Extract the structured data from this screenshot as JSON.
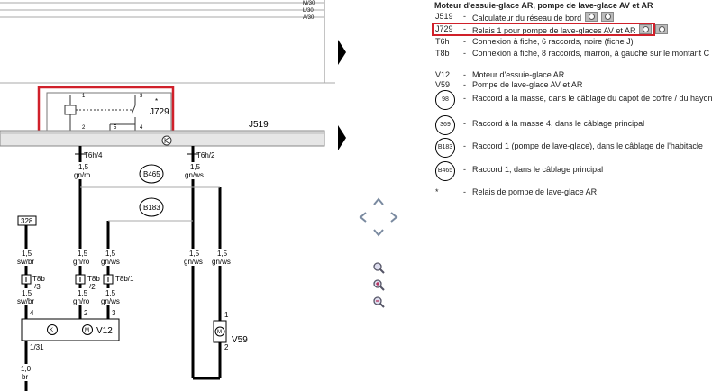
{
  "diagram": {
    "bus_labels": [
      "M/30",
      "L/30",
      "A/30"
    ],
    "relay": {
      "code": "J729",
      "asterisk": "*",
      "pins": [
        "1",
        "3",
        "2",
        "5",
        "4"
      ]
    },
    "module_label": "J519",
    "connectors": {
      "t6h4": "T6h/4",
      "t6h2": "T6h/2",
      "t8b3": "T8b",
      "t8b3_sub": "/3",
      "t8b2": "T8b",
      "t8b2_sub": "/2",
      "t8b1": "T8b/1"
    },
    "wires": {
      "w_gnro_top": [
        "1,5",
        "gn/ro"
      ],
      "w_gnws_top": [
        "1,5",
        "gn/ws"
      ],
      "w_swbr_1": [
        "1,5",
        "sw/br"
      ],
      "w_gnro_2": [
        "1,5",
        "gn/ro"
      ],
      "w_gnws_2": [
        "1,5",
        "gn/ws"
      ],
      "w_gnws_3": [
        "1,5",
        "gn/ws"
      ],
      "w_gnws_4": [
        "1,5",
        "gn/ws"
      ],
      "w_swbr_low": [
        "1,5",
        "sw/br"
      ],
      "w_gnro_low": [
        "1,5",
        "gn/ro"
      ],
      "w_gnws_low": [
        "1,5",
        "gn/ws"
      ],
      "w_br": [
        "1,0",
        "br"
      ]
    },
    "pin_nums": {
      "p4": "4",
      "p2": "2",
      "p3": "3",
      "m1": "1",
      "m2": "2",
      "p131": "1/31"
    },
    "circle_b465": "B465",
    "circle_b183": "B183",
    "box_328": "328",
    "motor_v12": "V12",
    "motor_v59": "V59"
  },
  "legend": {
    "title": "Moteur d'essuie-glace AR, pompe de lave-glace AV et AR",
    "rows": [
      {
        "code": "J519",
        "dash": "-",
        "desc": "Calculateur du réseau de bord",
        "icons": 2
      },
      {
        "code": "J729",
        "dash": "-",
        "desc": "Relais 1 pour pompe de lave-glaces AV et AR",
        "icons": 2
      },
      {
        "code": "T6h",
        "dash": "-",
        "desc": "Connexion à fiche, 6 raccords, noire (fiche J)"
      },
      {
        "code": "T8b",
        "dash": "-",
        "desc": "Connexion à fiche, 8 raccords, marron, à gauche sur le montant C"
      },
      {
        "code": "V12",
        "dash": "-",
        "desc": "Moteur d'essuie-glace AR"
      },
      {
        "code": "V59",
        "dash": "-",
        "desc": "Pompe de lave-glace AV et AR"
      },
      {
        "code": "98",
        "dash": "-",
        "desc": "Raccord à la masse, dans le câblage du capot de coffre / du hayon"
      },
      {
        "code": "369",
        "dash": "-",
        "desc": "Raccord à la masse 4, dans le câblage principal"
      },
      {
        "code": "B183",
        "dash": "-",
        "desc": "Raccord 1 (pompe de lave-glace), dans le câblage de l'habitacle"
      },
      {
        "code": "B465",
        "dash": "-",
        "desc": "Raccord 1, dans le câblage principal"
      },
      {
        "code": "*",
        "dash": "-",
        "desc": "Relais de pompe de lave-glace AR"
      }
    ]
  },
  "colors": {
    "highlight": "#d0202a",
    "bus": "#e6e6e6"
  }
}
